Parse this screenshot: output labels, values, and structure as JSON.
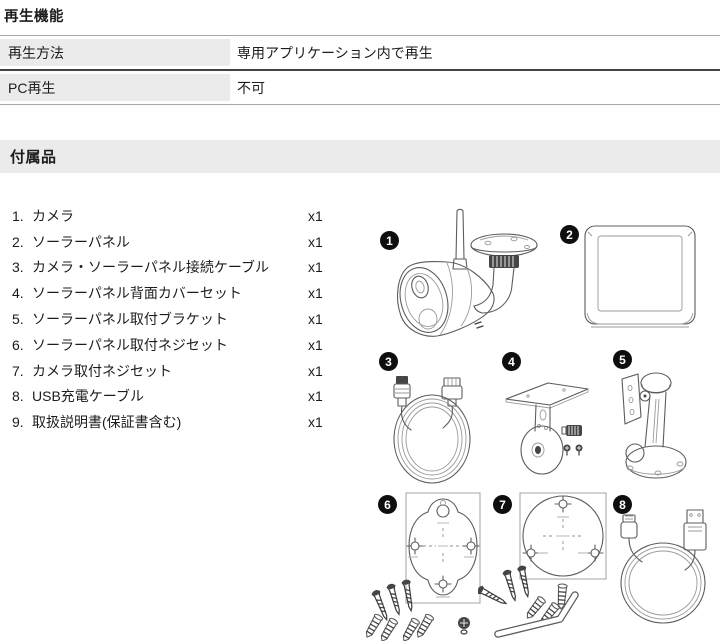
{
  "playback": {
    "title": "再生機能",
    "rows": [
      {
        "label": "再生方法",
        "value": "専用アプリケーション内で再生"
      },
      {
        "label": "PC再生",
        "value": "不可"
      }
    ]
  },
  "accessories": {
    "title": "付属品",
    "items": [
      {
        "num": "1.",
        "label": "カメラ",
        "qty": "x1"
      },
      {
        "num": "2.",
        "label": "ソーラーパネル",
        "qty": "x1"
      },
      {
        "num": "3.",
        "label": "カメラ・ソーラーパネル接続ケーブル",
        "qty": "x1"
      },
      {
        "num": "4.",
        "label": "ソーラーパネル背面カバーセット",
        "qty": "x1"
      },
      {
        "num": "5.",
        "label": "ソーラーパネル取付ブラケット",
        "qty": "x1"
      },
      {
        "num": "6.",
        "label": "ソーラーパネル取付ネジセット",
        "qty": "x1"
      },
      {
        "num": "7.",
        "label": "カメラ取付ネジセット",
        "qty": "x1"
      },
      {
        "num": "8.",
        "label": "USB充電ケーブル",
        "qty": "x1"
      },
      {
        "num": "9.",
        "label": "取扱説明書(保証書含む)",
        "qty": "x1"
      }
    ],
    "figure_numbers": [
      "1",
      "2",
      "3",
      "4",
      "5",
      "6",
      "7",
      "8"
    ],
    "figure_names": [
      "camera",
      "solar-panel",
      "connection-cable",
      "rear-cover-set",
      "mount-bracket",
      "panel-screw-set",
      "camera-screw-set",
      "usb-cable"
    ]
  },
  "colors": {
    "section_bg": "#ebebeb",
    "line_light": "#a8a8a8",
    "line_dark": "#424242",
    "sketch": "#5c5c5c",
    "badge_bg": "#0e0e0e"
  }
}
